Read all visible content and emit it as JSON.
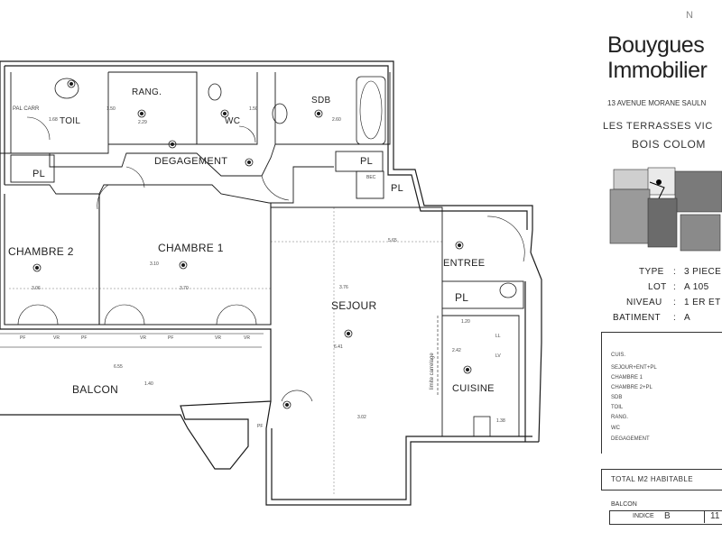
{
  "header_mark": "N",
  "brand": {
    "line1": "Bouygues",
    "line2": "Immobilier"
  },
  "project": {
    "address": "13 AVENUE MORANE SAULN",
    "name": "LES TERRASSES VIC",
    "city": "BOIS COLOM"
  },
  "info": {
    "type_label": "TYPE",
    "type_value": "3 PIECE",
    "lot_label": "LOT",
    "lot_value": "A 105",
    "niveau_label": "NIVEAU",
    "niveau_value": "1 ER ET",
    "batiment_label": "BATIMENT",
    "batiment_value": "A"
  },
  "room_list": [
    "CUIS.",
    "SEJOUR+ENT+PL",
    "CHAMBRE 1",
    "CHAMBRE 2+PL",
    "SDB",
    "TOIL",
    "RANG.",
    "WC",
    "DEGAGEMENT"
  ],
  "total_label": "TOTAL M2 HABITABLE",
  "balcon_label": "BALCON",
  "indice_label": "INDICE",
  "indice_value": "B",
  "indice_extra": "11",
  "rooms": {
    "rang": "RANG.",
    "toil": "TOIL",
    "wc": "WC",
    "sdb": "SDB",
    "degagement": "DEGAGEMENT",
    "pl1": "PL",
    "pl2": "PL",
    "pl3": "PL",
    "pl4": "PL",
    "bec": "BEC",
    "pal_carr": "PAL CARR",
    "chambre2": "CHAMBRE 2",
    "chambre1": "CHAMBRE 1",
    "entree": "ENTREE",
    "sejour": "SEJOUR",
    "cuisine": "CUISINE",
    "balcon": "BALCON",
    "limite_carrelage": "limite carrelage"
  },
  "dims": {
    "d_168": "1.68",
    "d_150a": "1.50",
    "d_229": "2.29",
    "d_150b": "1.50",
    "d_260": "2.60",
    "d_565": "5.65",
    "d_376": "3.76",
    "d_306": "3.06",
    "d_370": "3.70",
    "d_310": "3.10",
    "d_641": "6.41",
    "d_655": "6.55",
    "d_140": "1.40",
    "d_120": "1.20",
    "d_242": "2.42",
    "d_302": "3.02",
    "d_138": "1.38",
    "pf1": "PF",
    "vr1": "VR",
    "pf2": "PF",
    "vr2": "VR",
    "pf3": "PF",
    "vr3": "VR",
    "vr4": "VR",
    "pf4": "PF",
    "ll": "LL",
    "lv": "LV"
  }
}
